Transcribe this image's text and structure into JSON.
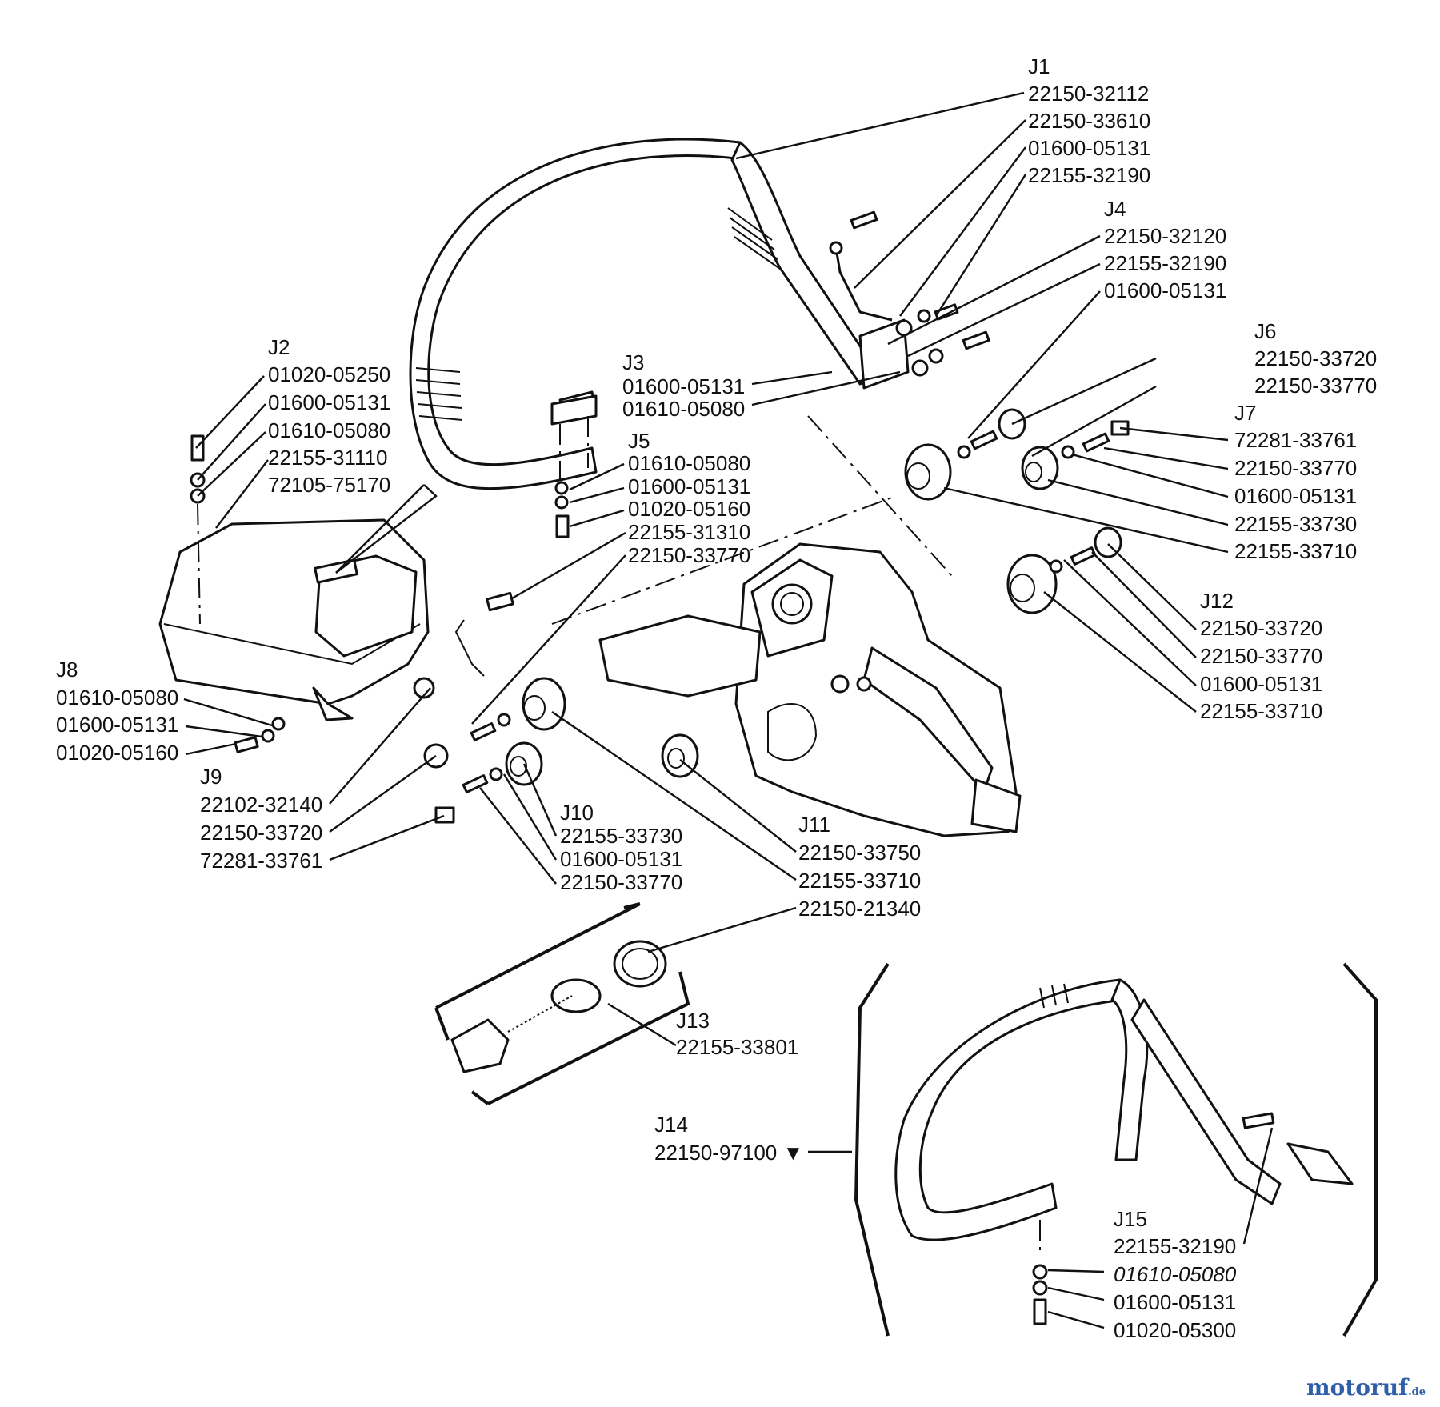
{
  "diagram": {
    "groups": [
      {
        "id": "J1",
        "parts": [
          "22150-32112",
          "22150-33610",
          "01600-05131",
          "22155-32190"
        ]
      },
      {
        "id": "J2",
        "parts": [
          "01020-05250",
          "01600-05131",
          "01610-05080",
          "22155-31110",
          "72105-75170"
        ]
      },
      {
        "id": "J3",
        "parts": [
          "01600-05131",
          "01610-05080"
        ]
      },
      {
        "id": "J4",
        "parts": [
          "22150-32120",
          "22155-32190",
          "01600-05131"
        ]
      },
      {
        "id": "J5",
        "parts": [
          "01610-05080",
          "01600-05131",
          "01020-05160",
          "22155-31310",
          "22150-33770"
        ]
      },
      {
        "id": "J6",
        "parts": [
          "22150-33720",
          "22150-33770"
        ]
      },
      {
        "id": "J7",
        "parts": [
          "72281-33761",
          "22150-33770",
          "01600-05131",
          "22155-33730",
          "22155-33710"
        ]
      },
      {
        "id": "J8",
        "parts": [
          "01610-05080",
          "01600-05131",
          "01020-05160"
        ]
      },
      {
        "id": "J9",
        "parts": [
          "22102-32140",
          "22150-33720",
          "72281-33761"
        ]
      },
      {
        "id": "J10",
        "parts": [
          "22155-33730",
          "01600-05131",
          "22150-33770"
        ]
      },
      {
        "id": "J11",
        "parts": [
          "22150-33750",
          "22155-33710",
          "22150-21340"
        ]
      },
      {
        "id": "J12",
        "parts": [
          "22150-33720",
          "22150-33770",
          "01600-05131",
          "22155-33710"
        ]
      },
      {
        "id": "J13",
        "parts": [
          "22155-33801"
        ]
      },
      {
        "id": "J14",
        "parts": [
          "22150-97100 ▼"
        ]
      },
      {
        "id": "J15",
        "parts": [
          "22155-32190",
          "01610-05080",
          "01600-05131",
          "01020-05300"
        ]
      }
    ]
  },
  "watermark": {
    "brand": "motoruf",
    "suffix": ".de"
  }
}
